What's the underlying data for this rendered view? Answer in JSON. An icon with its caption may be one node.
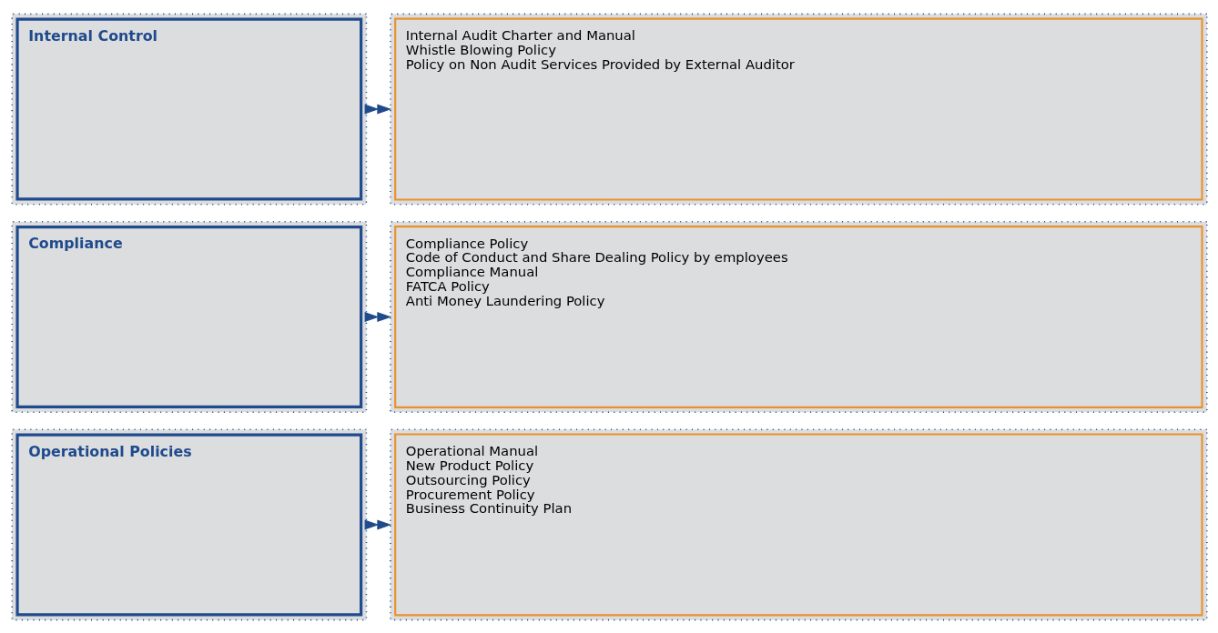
{
  "diagram": {
    "nodes": [
      {
        "text": [
          "Internal Control"
        ]
      },
      {
        "text": [
          "Internal Audit Charter and Manual",
          "Whistle Blowing Policy",
          "Policy on Non Audit Services Provided by External Auditor"
        ]
      },
      {
        "text": [
          "Compliance"
        ]
      },
      {
        "text": [
          "Compliance Policy",
          "Code of Conduct and Share Dealing Policy by employees",
          "Compliance Manual",
          "FATCA Policy",
          "Anti Money Laundering Policy"
        ]
      },
      {
        "text": [
          "Operational Policies"
        ]
      },
      {
        "text": [
          "Operational Manual",
          "New Product Policy",
          "Outsourcing Policy",
          "Procurement Policy",
          "Business Continuity Plan"
        ]
      }
    ],
    "edges": [
      {
        "from": 0,
        "to": 1,
        "arrow": "to"
      },
      {
        "from": 2,
        "to": 3,
        "arrow": "to"
      },
      {
        "from": 4,
        "to": 5,
        "arrow": "to"
      }
    ]
  }
}
